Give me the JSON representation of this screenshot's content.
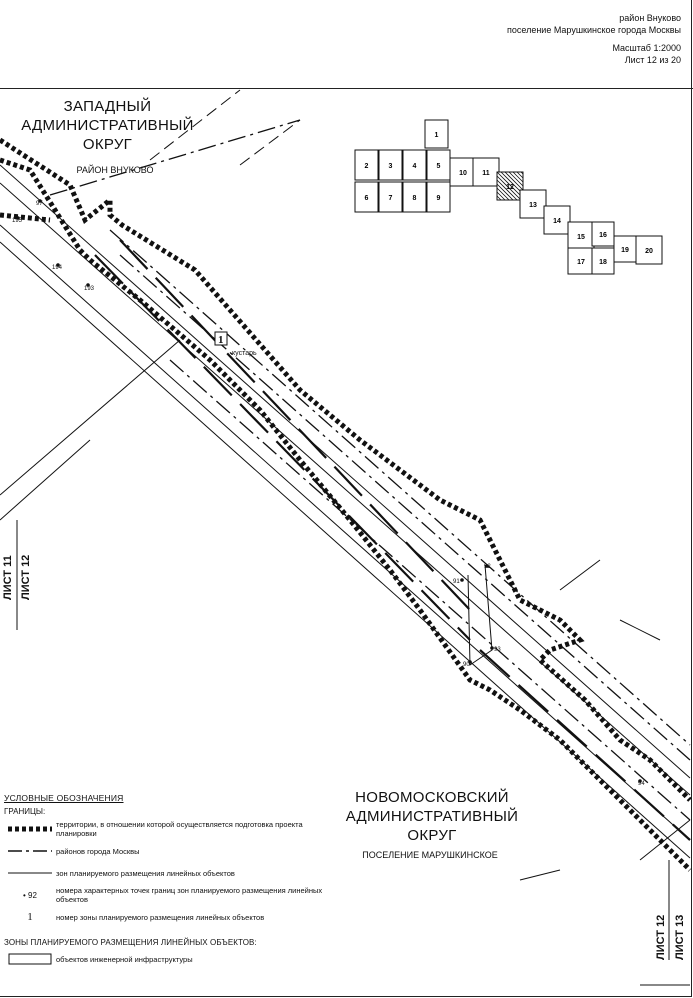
{
  "header": {
    "district": "район Внуково",
    "settlement": "поселение Марушкинское города Москвы",
    "scale": "Масштаб 1:2000",
    "sheet": "Лист 12 из 20"
  },
  "map_labels": {
    "western_okrug": [
      "ЗАПАДНЫЙ",
      "АДМИНИСТРАТИВНЫЙ",
      "ОКРУГ"
    ],
    "vnukovo": "РАЙОН ВНУКОВО",
    "novomoskovsky_okrug": [
      "НОВОМОСКОВСКИЙ",
      "АДМИНИСТРАТИВНЫЙ",
      "ОКРУГ"
    ],
    "marushkinskoe": "ПОСЕЛЕНИЕ МАРУШКИНСКОЕ",
    "shrub": "кустарь",
    "sheet_11": "ЛИСТ 11",
    "sheet_12_left": "ЛИСТ 12",
    "sheet_12_right": "ЛИСТ 12",
    "sheet_13": "ЛИСТ 13"
  },
  "index_sheets": [
    "1",
    "2",
    "3",
    "4",
    "5",
    "6",
    "7",
    "8",
    "9",
    "10",
    "11",
    "12",
    "13",
    "14",
    "15",
    "16",
    "17",
    "18",
    "19",
    "20"
  ],
  "current_sheet": "12",
  "point_labels": [
    "195",
    "97",
    "194",
    "193",
    "92",
    "91",
    "90",
    "93",
    "94"
  ],
  "zone_number": "1",
  "legend": {
    "title": "УСЛОВНЫЕ ОБОЗНАЧЕНИЯ",
    "borders_heading": "ГРАНИЦЫ:",
    "items": [
      {
        "icon": "thick-dotted-line",
        "text": "территории, в отношении которой осуществляется подготовка проекта планировки"
      },
      {
        "icon": "dash-dot-line",
        "text": "районов города Москвы"
      },
      {
        "icon": "solid-line",
        "text": "зон планируемого размещения линейных объектов"
      },
      {
        "icon": "point-marker",
        "symbol": "• 92",
        "text": "номера характерных точек границ зон планируемого размещения линейных объектов"
      },
      {
        "icon": "zone-number",
        "symbol": "1",
        "text": "номер зоны планируемого размещения линейных объектов"
      }
    ],
    "zones_heading": "ЗОНЫ ПЛАНИРУЕМОГО РАЗМЕЩЕНИЯ ЛИНЕЙНЫХ ОБЪЕКТОВ:",
    "zones_items": [
      {
        "icon": "rectangle",
        "text": "объектов инженерной инфраструктуры"
      }
    ]
  },
  "colors": {
    "ink": "#111111",
    "background": "#ffffff"
  }
}
